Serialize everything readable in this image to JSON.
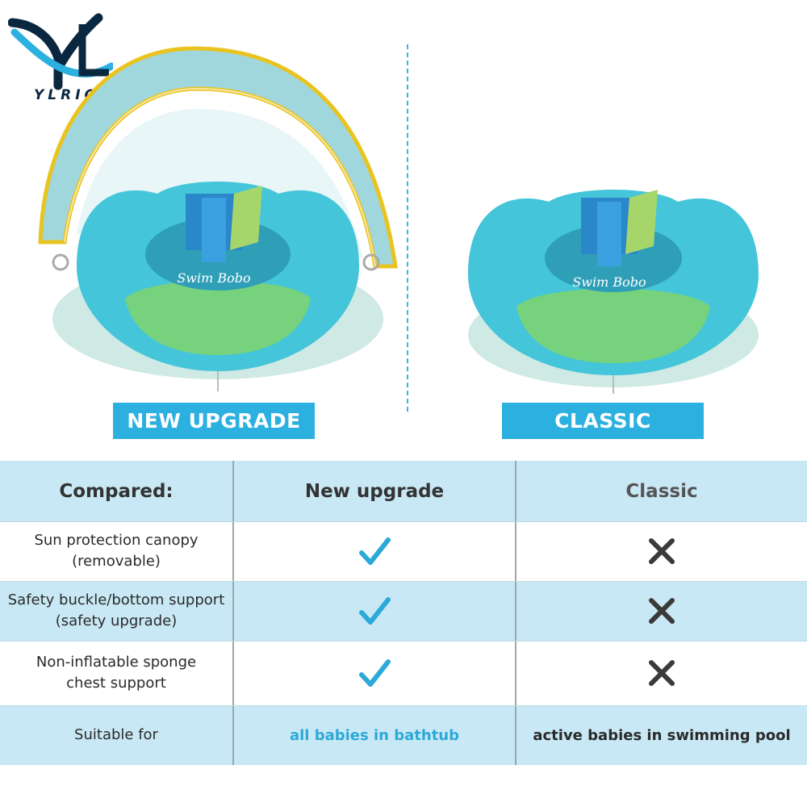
{
  "brand": {
    "logo_text": "YLRIC"
  },
  "products": [
    {
      "label": "NEW UPGRADE",
      "float_text": "Swim Bobo"
    },
    {
      "label": "CLASSIC",
      "float_text": "Swim Bobo"
    }
  ],
  "table": {
    "headers": [
      "Compared:",
      "New upgrade",
      "Classic"
    ],
    "rows": [
      {
        "feature_line1": "Sun protection canopy",
        "feature_line2": "(removable)",
        "new": "check-icon",
        "classic": "cross-icon"
      },
      {
        "feature_line1": "Safety buckle/bottom support",
        "feature_line2": "(safety upgrade)",
        "new": "check-icon",
        "classic": "cross-icon"
      },
      {
        "feature_line1": "Non-inflatable sponge",
        "feature_line2": "chest support",
        "new": "check-icon",
        "classic": "cross-icon"
      }
    ],
    "suitable": {
      "label": "Suitable for",
      "new": "all babies in bathtub",
      "classic": "active babies in swimming pool"
    }
  },
  "colors": {
    "accent": "#2bb0e0",
    "band": "#c9e8f5",
    "check": "#2ba9d8",
    "cross": "#3a3a3a"
  }
}
